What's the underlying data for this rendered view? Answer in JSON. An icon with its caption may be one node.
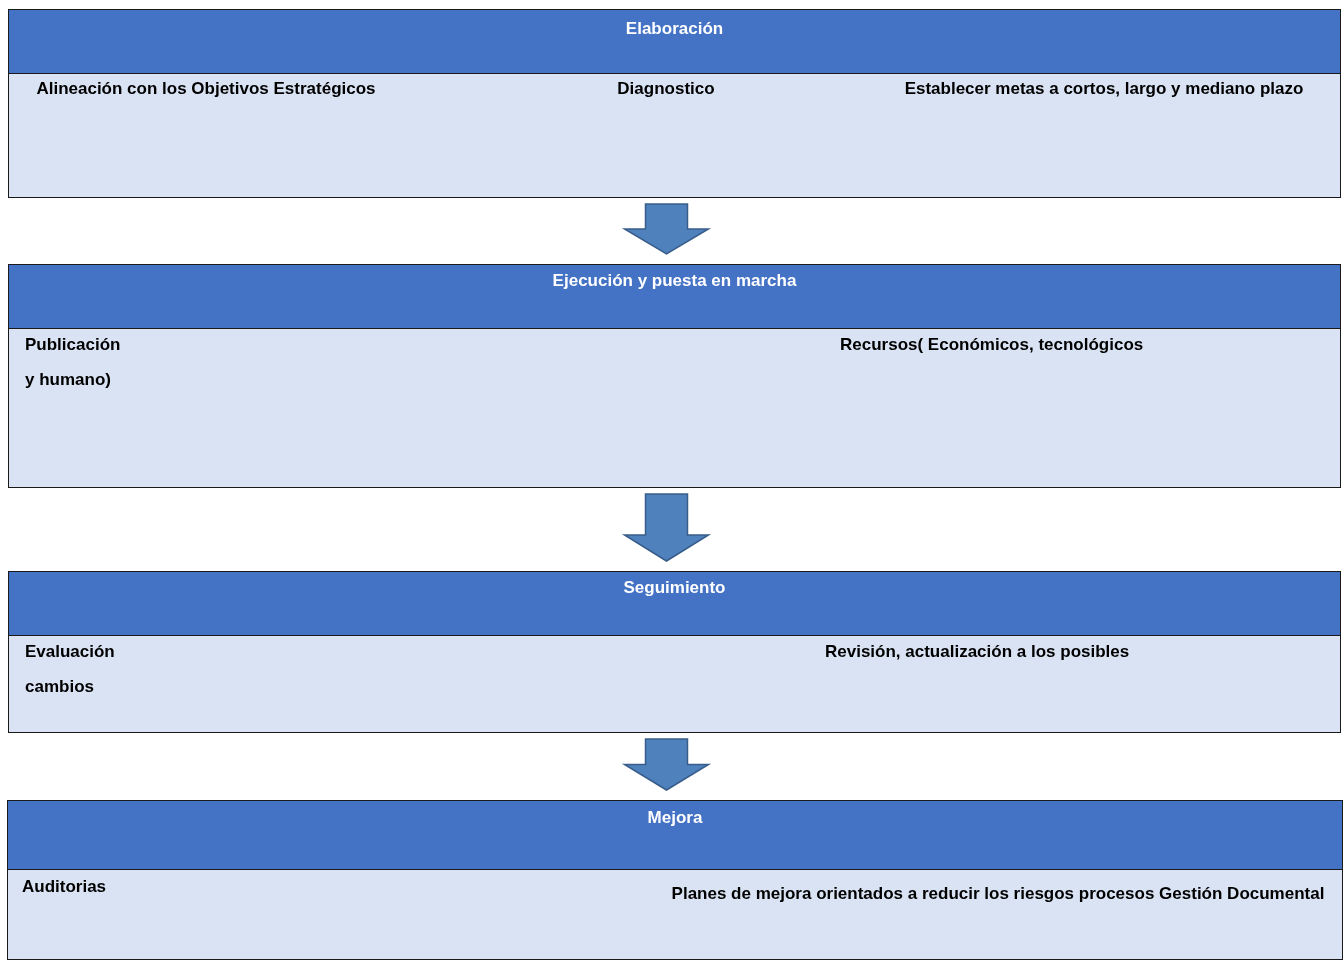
{
  "diagram": {
    "nodes": [
      {
        "text": [
          "Elaboración",
          "Alineación con los Objetivos Estratégicos",
          "Diagnostico",
          "Establecer metas a cortos, largo y mediano plazo"
        ]
      },
      {
        "text": [
          "Ejecución y puesta en marcha",
          "Publicación",
          "Recursos( Económicos, tecnológicos",
          "y humano)"
        ]
      },
      {
        "text": [
          "Seguimiento",
          "Evaluación",
          "Revisión, actualización a los posibles",
          "cambios"
        ]
      },
      {
        "text": [
          "Mejora",
          "Auditorias",
          "Planes de mejora orientados a reducir los riesgos procesos Gestión Documental"
        ]
      }
    ],
    "edges": [
      {
        "from": 0,
        "to": 1,
        "arrow": "to"
      },
      {
        "from": 1,
        "to": 2,
        "arrow": "to"
      },
      {
        "from": 2,
        "to": 3,
        "arrow": "to"
      }
    ]
  }
}
